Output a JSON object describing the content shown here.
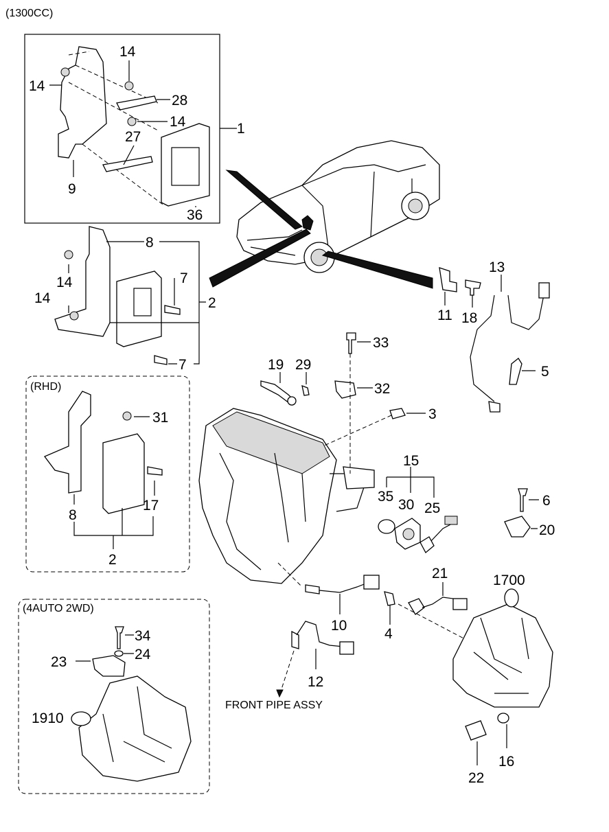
{
  "header": {
    "variant": "(1300CC)"
  },
  "sections": {
    "rhd": "(RHD)",
    "auto": "(4AUTO 2WD)"
  },
  "notes": {
    "front_pipe": "FRONT PIPE ASSY"
  },
  "labels": {
    "n1": "1",
    "n2a": "2",
    "n2b": "2",
    "n3": "3",
    "n4": "4",
    "n5": "5",
    "n6": "6",
    "n7a": "7",
    "n7b": "7",
    "n8a": "8",
    "n8b": "8",
    "n9": "9",
    "n10": "10",
    "n11": "11",
    "n12": "12",
    "n13": "13",
    "n14a": "14",
    "n14b": "14",
    "n14c": "14",
    "n14d": "14",
    "n14e": "14",
    "n15": "15",
    "n16": "16",
    "n17": "17",
    "n18": "18",
    "n19": "19",
    "n20": "20",
    "n21": "21",
    "n22": "22",
    "n23": "23",
    "n24": "24",
    "n25": "25",
    "n27": "27",
    "n28": "28",
    "n29": "29",
    "n30": "30",
    "n31": "31",
    "n32": "32",
    "n33": "33",
    "n34": "34",
    "n35": "35",
    "n36": "36",
    "n1700": "1700",
    "n1910": "1910"
  }
}
